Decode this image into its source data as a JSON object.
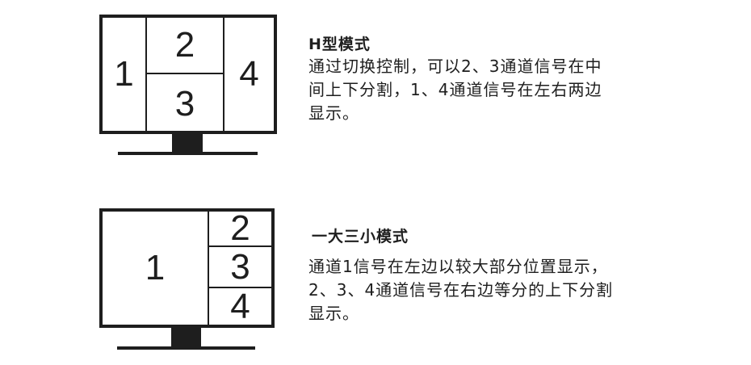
{
  "colors": {
    "stroke": "#1e1e1e",
    "background": "#ffffff",
    "text": "#1e1e1e"
  },
  "modes": [
    {
      "title": "H型模式",
      "description": "通过切换控制，可以2、3通道信号在中间上下分割，1、4通道信号在左右两边显示。",
      "description_lines": [
        "通过切换控制，可以2、3通道信号在中",
        "间上下分割，1、4通道信号在左右两边",
        "显示。"
      ],
      "diagram": {
        "icon": "monitor-icon",
        "panes": [
          "1",
          "2",
          "3",
          "4"
        ]
      }
    },
    {
      "title": "一大三小模式",
      "description": "通道1信号在左边以较大部分位置显示，2、3、4通道信号在右边等分的上下分割显示。",
      "description_lines": [
        "通道1信号在左边以较大部分位置显示，",
        "2、3、4通道信号在右边等分的上下分割",
        "显示。"
      ],
      "diagram": {
        "icon": "monitor-icon",
        "panes": [
          "1",
          "2",
          "3",
          "4"
        ]
      }
    }
  ]
}
